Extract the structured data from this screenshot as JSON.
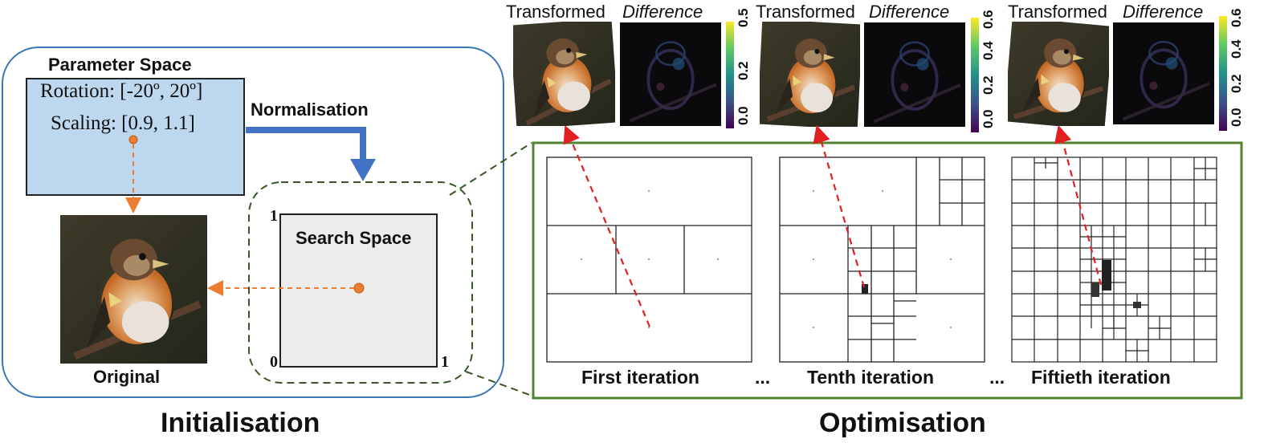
{
  "initialisation": {
    "panel_title": "Initialisation",
    "parameter_space": {
      "title": "Parameter Space",
      "rotation": "Rotation: [-20º, 20º]",
      "scaling": "Scaling: [0.9, 1.1]"
    },
    "normalisation_label": "Normalisation",
    "original_label": "Original",
    "search_space": {
      "title": "Search Space",
      "tick_top": "1",
      "tick_origin": "0",
      "tick_right": "1"
    }
  },
  "optimisation": {
    "panel_title": "Optimisation",
    "ellipsis": "...",
    "iterations": [
      {
        "label": "First iteration",
        "transformed_label": "Transformed",
        "difference_label": "Difference",
        "colorbar_ticks": [
          "0.5",
          "0.2",
          "0.0"
        ]
      },
      {
        "label": "Tenth iteration",
        "transformed_label": "Transformed",
        "difference_label": "Difference",
        "colorbar_ticks": [
          "0.6",
          "0.4",
          "0.2",
          "0.0"
        ]
      },
      {
        "label": "Fiftieth iteration",
        "transformed_label": "Transformed",
        "difference_label": "Difference",
        "colorbar_ticks": [
          "0.6",
          "0.4",
          "0.2",
          "0.0"
        ]
      }
    ]
  },
  "colors": {
    "init_border": "#3a78b5",
    "param_fill": "#bdd7ee",
    "normalisation_arrow": "#4472c4",
    "dashed_green": "#375623",
    "opt_border": "#548235",
    "orange": "#ed7d31",
    "red_arrow": "#e02020",
    "search_fill": "#ececec"
  }
}
